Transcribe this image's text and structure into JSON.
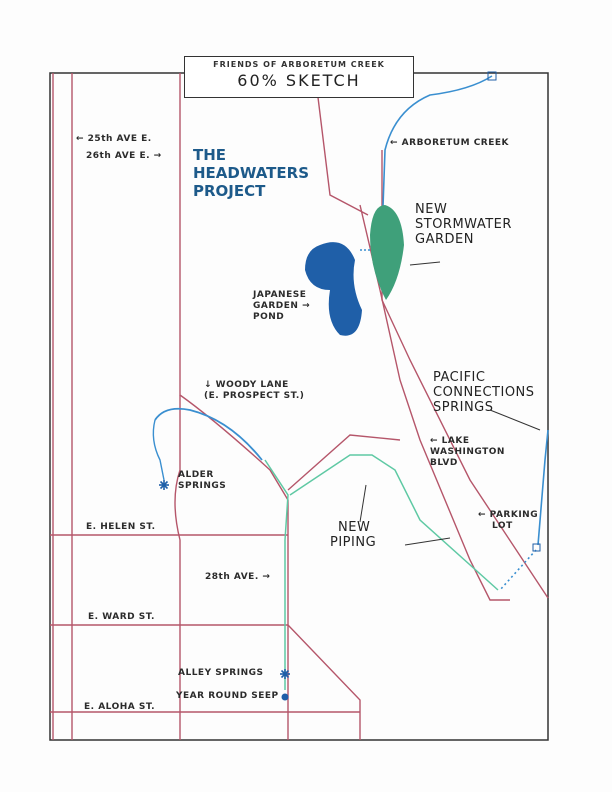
{
  "title": {
    "org": "FRIENDS OF ARBORETUM CREEK",
    "subtitle": "60% SKETCH"
  },
  "project_title": [
    "THE",
    "HEADWATERS",
    "PROJECT"
  ],
  "labels": {
    "ave25": "← 25th AVE E.",
    "ave26": "26th AVE E. →",
    "arboretum_creek": "← ARBORETUM CREEK",
    "stormwater": [
      "NEW",
      "STORMWATER",
      "GARDEN"
    ],
    "pond": [
      "JAPANESE",
      "GARDEN →",
      "POND"
    ],
    "woody": [
      "↓ WOODY LANE",
      "(E. PROSPECT ST.)"
    ],
    "pacific": [
      "PACIFIC",
      "CONNECTIONS",
      "SPRINGS"
    ],
    "lake_wash": [
      "← LAKE",
      "WASHINGTON",
      "BLVD"
    ],
    "alder": [
      "ALDER",
      "SPRINGS"
    ],
    "parking": [
      "← PARKING",
      "LOT"
    ],
    "piping": [
      "NEW",
      "PIPING"
    ],
    "helen": "E. HELEN ST.",
    "ave28": "28th AVE. →",
    "ward": "E. WARD ST.",
    "alley": "ALLEY SPRINGS",
    "seep": "YEAR ROUND SEEP",
    "aloha": "E. ALOHA ST."
  },
  "colors": {
    "road": "#b5566a",
    "creek": "#3a8fd0",
    "pipe": "#5fc9a4",
    "pond": "#1f5fa8",
    "garden": "#3fa07a"
  }
}
